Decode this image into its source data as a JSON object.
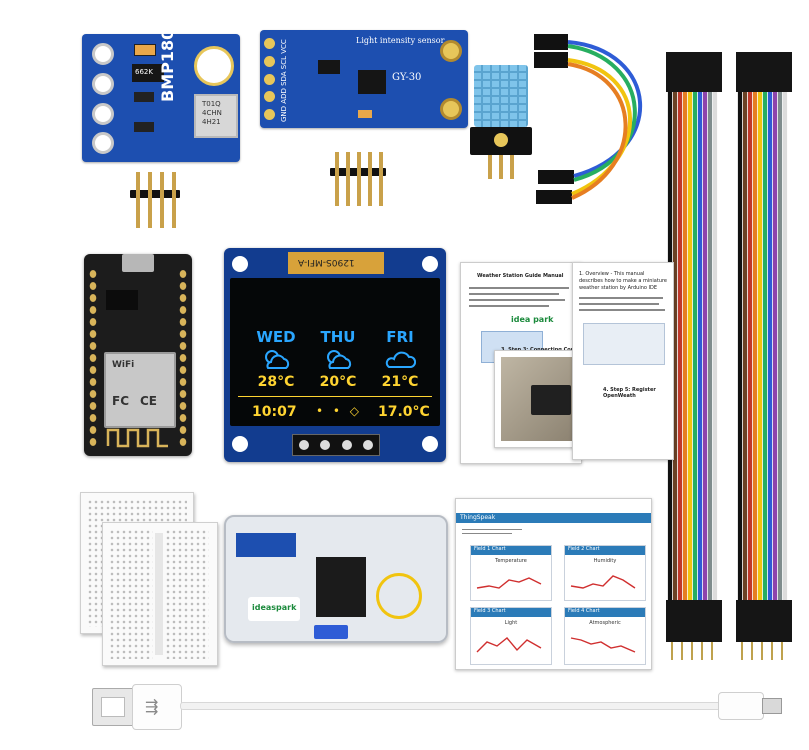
{
  "bmp180": {
    "label": "BMP180",
    "chip_marks": [
      "662K",
      "T01Q",
      "4CHN",
      "4H21"
    ]
  },
  "gy30": {
    "label": "Light intensity sensor",
    "model": "GY-30",
    "pin_labels": "GND ADD SDA SCL VCC"
  },
  "oled": {
    "header_mark": "1290S-MFI-A",
    "days": [
      {
        "name": "WED",
        "temp": "28°C"
      },
      {
        "name": "THU",
        "temp": "20°C"
      },
      {
        "name": "FRI",
        "temp": "21°C"
      }
    ],
    "time": "10:07",
    "dots": "• • ◇",
    "temp_now": "17.0°C"
  },
  "esp": {
    "wifi_mark": "WiFi",
    "fc_mark": "FC",
    "ce_mark": "CE"
  },
  "manual": {
    "title": "Weather Station Guide Manual",
    "overview": "1. Overview - This manual describes how to make a miniature weather station by Arduino IDE",
    "step3": "3. Step 3: Connecting Components",
    "step4": "4. Step 5: Register OpenWeath",
    "brand": "idea park"
  },
  "kit_box": {
    "brand": "ideaspark"
  },
  "thingspeak": {
    "logo": "ThingSpeak",
    "cards": [
      {
        "title": "Field 1 Chart",
        "chart": "Temperature"
      },
      {
        "title": "Field 2 Chart",
        "chart": "Humidity"
      },
      {
        "title": "Field 3 Chart",
        "chart": "Light"
      },
      {
        "title": "Field 4 Chart",
        "chart": "Atmospheric"
      }
    ]
  },
  "colors": {
    "pcb_blue": "#1d4fb0",
    "oled_blue": "#2aa6ff",
    "oled_yellow": "#ffd431",
    "wire_colors": [
      "#111111",
      "#6b4226",
      "#c0392b",
      "#e67e22",
      "#f1c40f",
      "#27ae60",
      "#2e5cd6",
      "#8e44ad",
      "#7f8c8d",
      "#ecf0f1"
    ]
  }
}
